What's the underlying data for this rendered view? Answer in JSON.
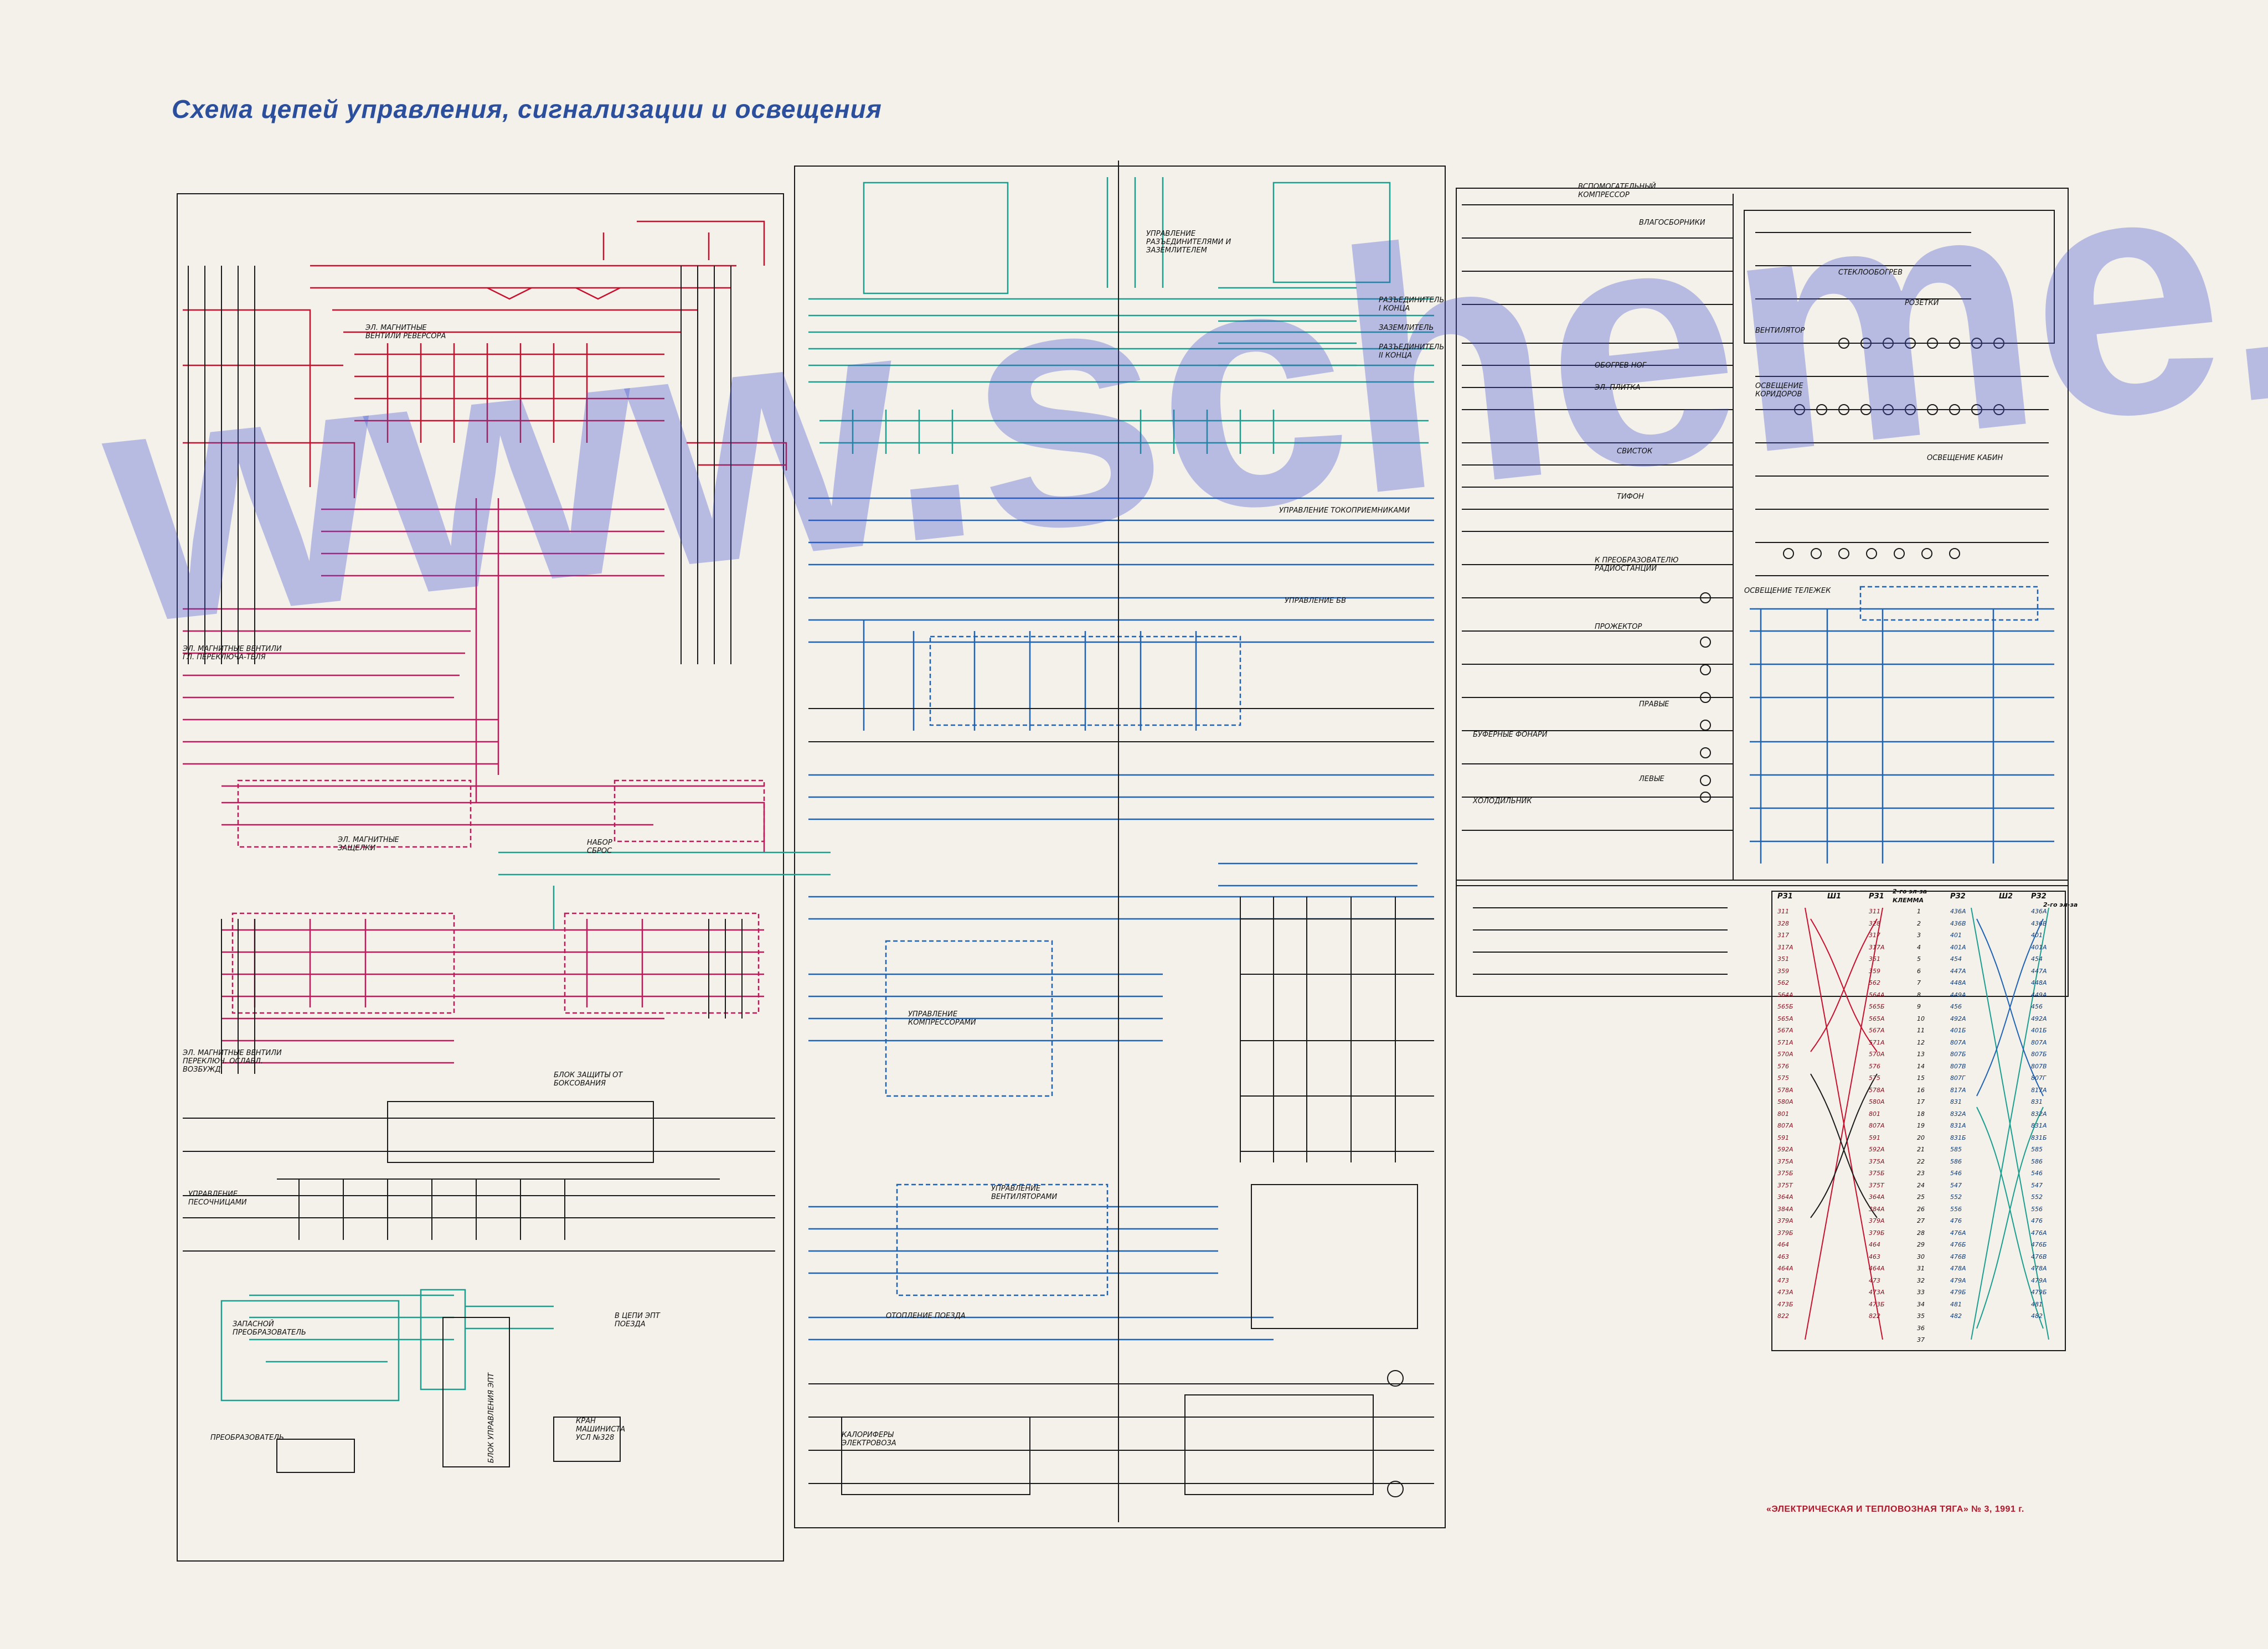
{
  "title": "Схема цепей управления, сигнализации и освещения",
  "footer": "«ЭЛЕКТРИЧЕСКАЯ И ТЕПЛОВОЗНАЯ ТЯГА» № 3, 1991 г.",
  "watermark": "www.scheme.ru",
  "colors": {
    "background": "#f4f1ea",
    "title": "#2b4f9c",
    "red_circuit": "#c8102e",
    "magenta_circuit": "#c2185b",
    "teal_circuit": "#1a9e8f",
    "blue_circuit": "#1f63b5",
    "black_circuit": "#1a1a1a",
    "watermark": "#3c50d2"
  },
  "left_labels": [
    {
      "text": "ЭЛ. МАГНИТНЫЕ ВЕНТИЛИ РЕВЕРСОРА"
    },
    {
      "text": "ЭЛ. МАГНИТНЫЕ ВЕНТИЛИ ГЛ. ПЕРЕКЛЮЧА-ТЕЛЯ"
    },
    {
      "text": "ЭЛ. МАГНИТНЫЕ ЗАЩЕЛКИ"
    },
    {
      "text": "НАБОР СБРОС"
    },
    {
      "text": "ЭЛ. МАГНИТНЫЕ ВЕНТИЛИ ПЕРЕКЛЮЧ. ОСЛАБЛ. ВОЗБУЖД."
    },
    {
      "text": "БЛОК ЗАЩИТЫ ОТ БОКСОВАНИЯ"
    },
    {
      "text": "УПРАВЛЕНИЕ ПЕСОЧНИЦАМИ"
    },
    {
      "text": "ЗАПАСНОЙ ПРЕОБРАЗОВАТЕЛЬ"
    },
    {
      "text": "ПРЕОБРАЗОВАТЕЛЬ"
    },
    {
      "text": "БЛОК УПРАВЛЕНИЯ ЭПТ"
    },
    {
      "text": "КРАН МАШИНИСТА УСЛ №328"
    },
    {
      "text": "В ЦЕПИ ЭПТ ПОЕЗДА"
    }
  ],
  "center_labels": [
    {
      "text": "УПРАВЛЕНИЕ РАЗЪЕДИНИТЕЛЯМИ И ЗАЗЕМЛИТЕЛЕМ"
    },
    {
      "text": "РАЗЪЕДИНИТЕЛЬ I КОНЦА"
    },
    {
      "text": "ЗАЗЕМЛИТЕЛЬ"
    },
    {
      "text": "РАЗЪЕДИНИТЕЛЬ II КОНЦА"
    },
    {
      "text": "УПРАВЛЕНИЕ ТОКОПРИЕМНИКАМИ"
    },
    {
      "text": "УПРАВЛЕНИЕ БВ"
    },
    {
      "text": "УПРАВЛЕНИЕ КОМПРЕССОРАМИ"
    },
    {
      "text": "УПРАВЛЕНИЕ ВЕНТИЛЯТОРАМИ"
    },
    {
      "text": "ОТОПЛЕНИЕ ПОЕЗДА"
    },
    {
      "text": "КАЛОРИФЕРЫ ЭЛЕКТРОВОЗА"
    }
  ],
  "right_labels": [
    {
      "text": "ВСПОМОГАТЕЛЬНЫЙ КОМПРЕССОР"
    },
    {
      "text": "ВЛАГОСБОРНИКИ"
    },
    {
      "text": "ОБОГРЕВ НОГ"
    },
    {
      "text": "ЭЛ. ПЛИТКА"
    },
    {
      "text": "СВИСТОК"
    },
    {
      "text": "ТИФОН"
    },
    {
      "text": "К ПРЕОБРАЗОВАТЕЛЮ РАДИОСТАНЦИИ"
    },
    {
      "text": "ПРОЖЕКТОР"
    },
    {
      "text": "ПРАВЫЕ"
    },
    {
      "text": "БУФЕРНЫЕ ФОНАРИ"
    },
    {
      "text": "ЛЕВЫЕ"
    },
    {
      "text": "ХОЛОДИЛЬНИК"
    },
    {
      "text": "СТЕКЛООБОГРЕВ"
    },
    {
      "text": "ВЕНТИЛЯТОР"
    },
    {
      "text": "РОЗЕТКИ"
    },
    {
      "text": "ОСВЕЩЕНИЕ КОРИДОРОВ"
    },
    {
      "text": "ОСВЕЩЕНИЕ КАБИН"
    },
    {
      "text": "ОСВЕЩЕНИЕ ТЕЛЕЖЕК"
    }
  ],
  "terminal_table": {
    "headers": [
      "РЗ1",
      "Ш1",
      "РЗ1",
      "2-го эл-за",
      "КЛЕММА",
      "РЗ2",
      "Ш2",
      "РЗ2",
      "2-го эл-за"
    ],
    "left_wires": [
      "311",
      "328",
      "317",
      "317А",
      "351",
      "359",
      "562",
      "564А",
      "565Б",
      "565А",
      "567А",
      "571А",
      "570А",
      "576",
      "575",
      "578А",
      "580А",
      "801",
      "807А",
      "591",
      "592А",
      "375А",
      "375Б",
      "375Т",
      "364А",
      "384А",
      "379А",
      "379Б",
      "464",
      "463",
      "464А",
      "473",
      "473А",
      "473Б",
      "822"
    ],
    "right_wires": [
      "436А",
      "436В",
      "401",
      "401А",
      "454",
      "447А",
      "448А",
      "449А",
      "456",
      "492А",
      "401Б",
      "807А",
      "807Б",
      "807В",
      "807Г",
      "817А",
      "831",
      "832А",
      "831А",
      "831Б",
      "585",
      "586",
      "546",
      "547",
      "552",
      "556",
      "476",
      "476А",
      "476Б",
      "476В",
      "478А",
      "479А",
      "479Б",
      "481",
      "482"
    ],
    "terminals": [
      "1",
      "2",
      "3",
      "4",
      "5",
      "6",
      "7",
      "8",
      "9",
      "10",
      "11",
      "12",
      "13",
      "14",
      "15",
      "16",
      "17",
      "18",
      "19",
      "20",
      "21",
      "22",
      "23",
      "24",
      "25",
      "26",
      "27",
      "28",
      "29",
      "30",
      "31",
      "32",
      "33",
      "34",
      "35",
      "36",
      "37"
    ]
  }
}
